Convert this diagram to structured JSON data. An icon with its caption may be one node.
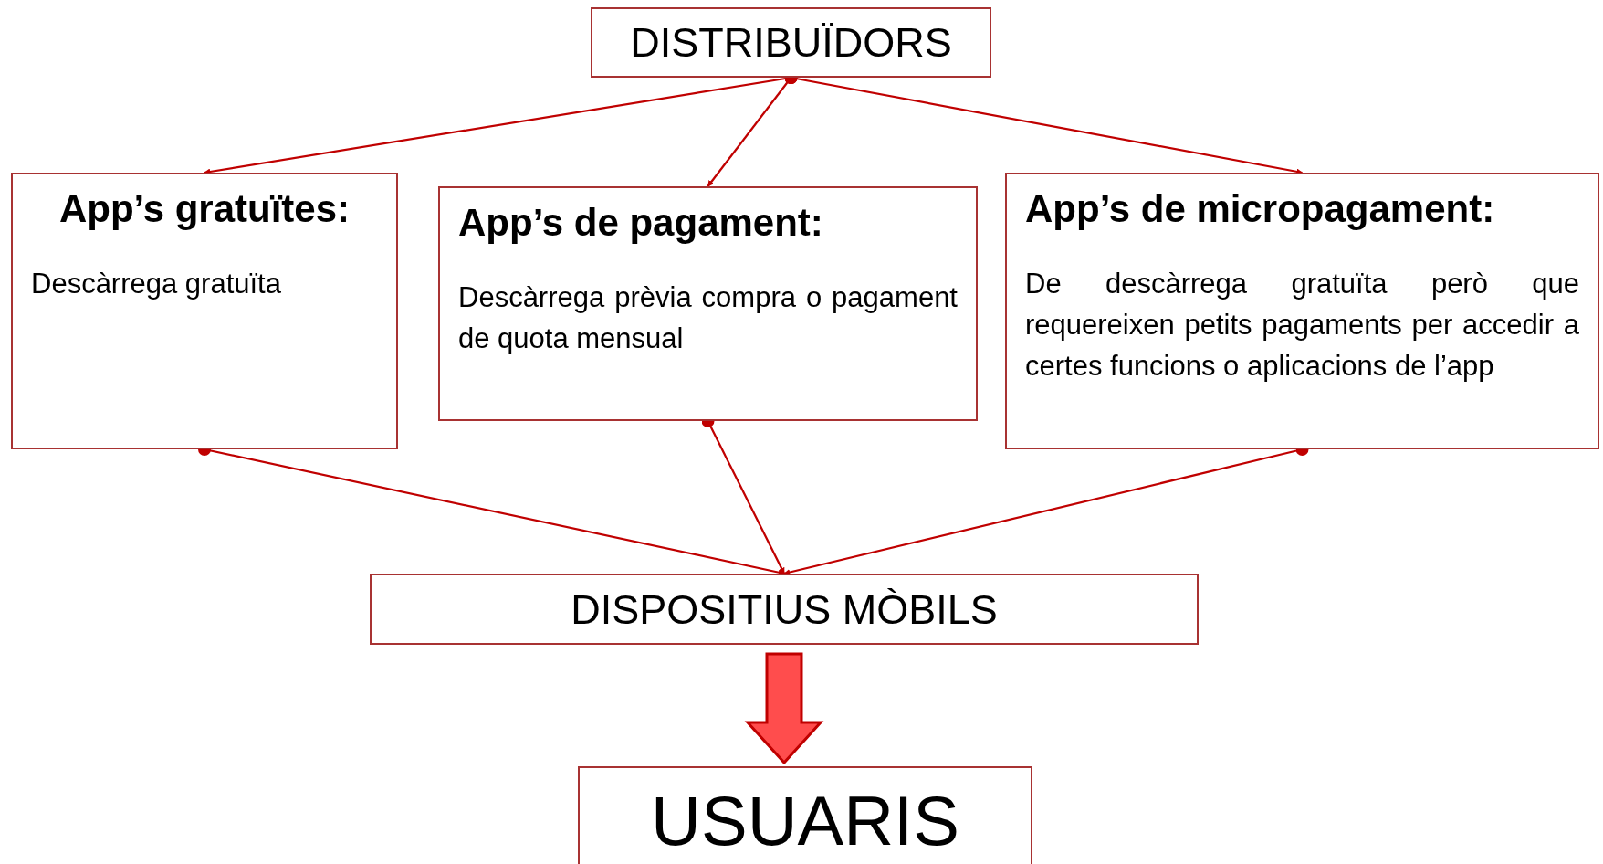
{
  "diagram": {
    "nodes": [
      {
        "text": [
          "DISTRIBUÏDORS"
        ]
      },
      {
        "text": [
          "**App’s gratuïtes**:",
          "Descàrrega gratuïta"
        ]
      },
      {
        "text": [
          "App’s de pagament:",
          "Descàrrega prèvia compra o pagament de quota mensual"
        ]
      },
      {
        "text": [
          "App’s de micropagament:",
          "De descàrrega gratuïta però que requereixen petits pagaments per accedir a certes funcions o aplicacions de l’app"
        ]
      },
      {
        "text": [
          "DISPOSITIUS MÒBILS"
        ]
      },
      {
        "text": [
          "USUARIS"
        ]
      }
    ],
    "edges": [
      {
        "from": 0,
        "to": 1,
        "arrow": "to"
      },
      {
        "from": 0,
        "to": 2,
        "arrow": "to"
      },
      {
        "from": 0,
        "to": 3,
        "arrow": "to"
      },
      {
        "from": 1,
        "to": 4,
        "arrow": "to"
      },
      {
        "from": 2,
        "to": 4,
        "arrow": "to"
      },
      {
        "from": 3,
        "to": 4,
        "arrow": "to"
      },
      {
        "from": 4,
        "to": 5,
        "arrow": "to",
        "style": "thick",
        "color": "#ff4d4d"
      }
    ]
  }
}
